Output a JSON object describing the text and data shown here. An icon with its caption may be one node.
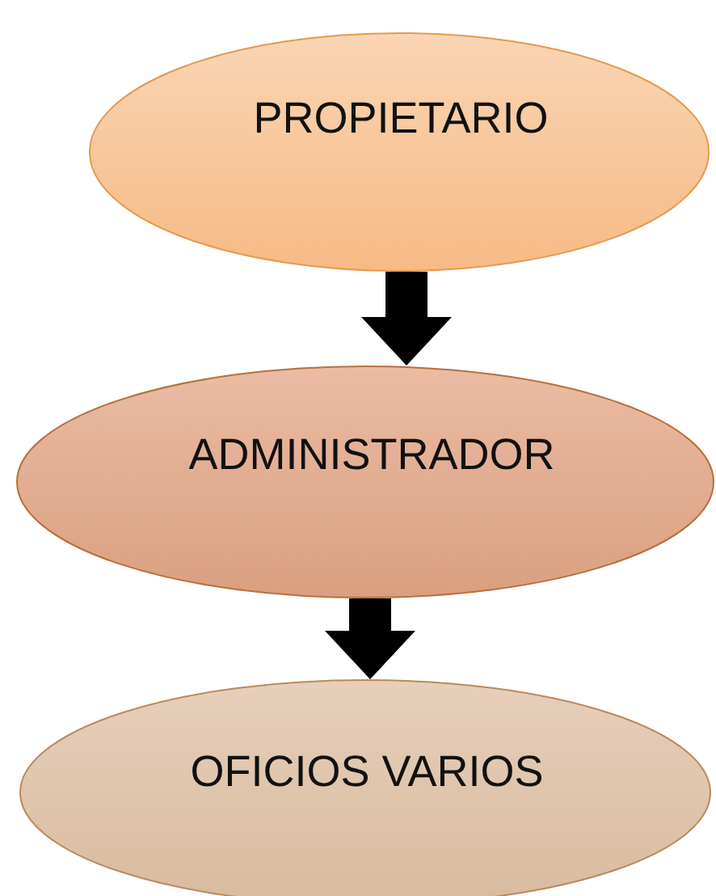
{
  "diagram": {
    "nodes": [
      {
        "text": [
          "PROPIETARIO"
        ]
      },
      {
        "text": [
          "ADMINISTRADOR"
        ]
      },
      {
        "text": [
          "OFICIOS VARIOS"
        ]
      }
    ],
    "edges": [
      {
        "from": 0,
        "to": 1,
        "arrow": "to"
      },
      {
        "from": 1,
        "to": 2,
        "arrow": "to"
      }
    ]
  }
}
